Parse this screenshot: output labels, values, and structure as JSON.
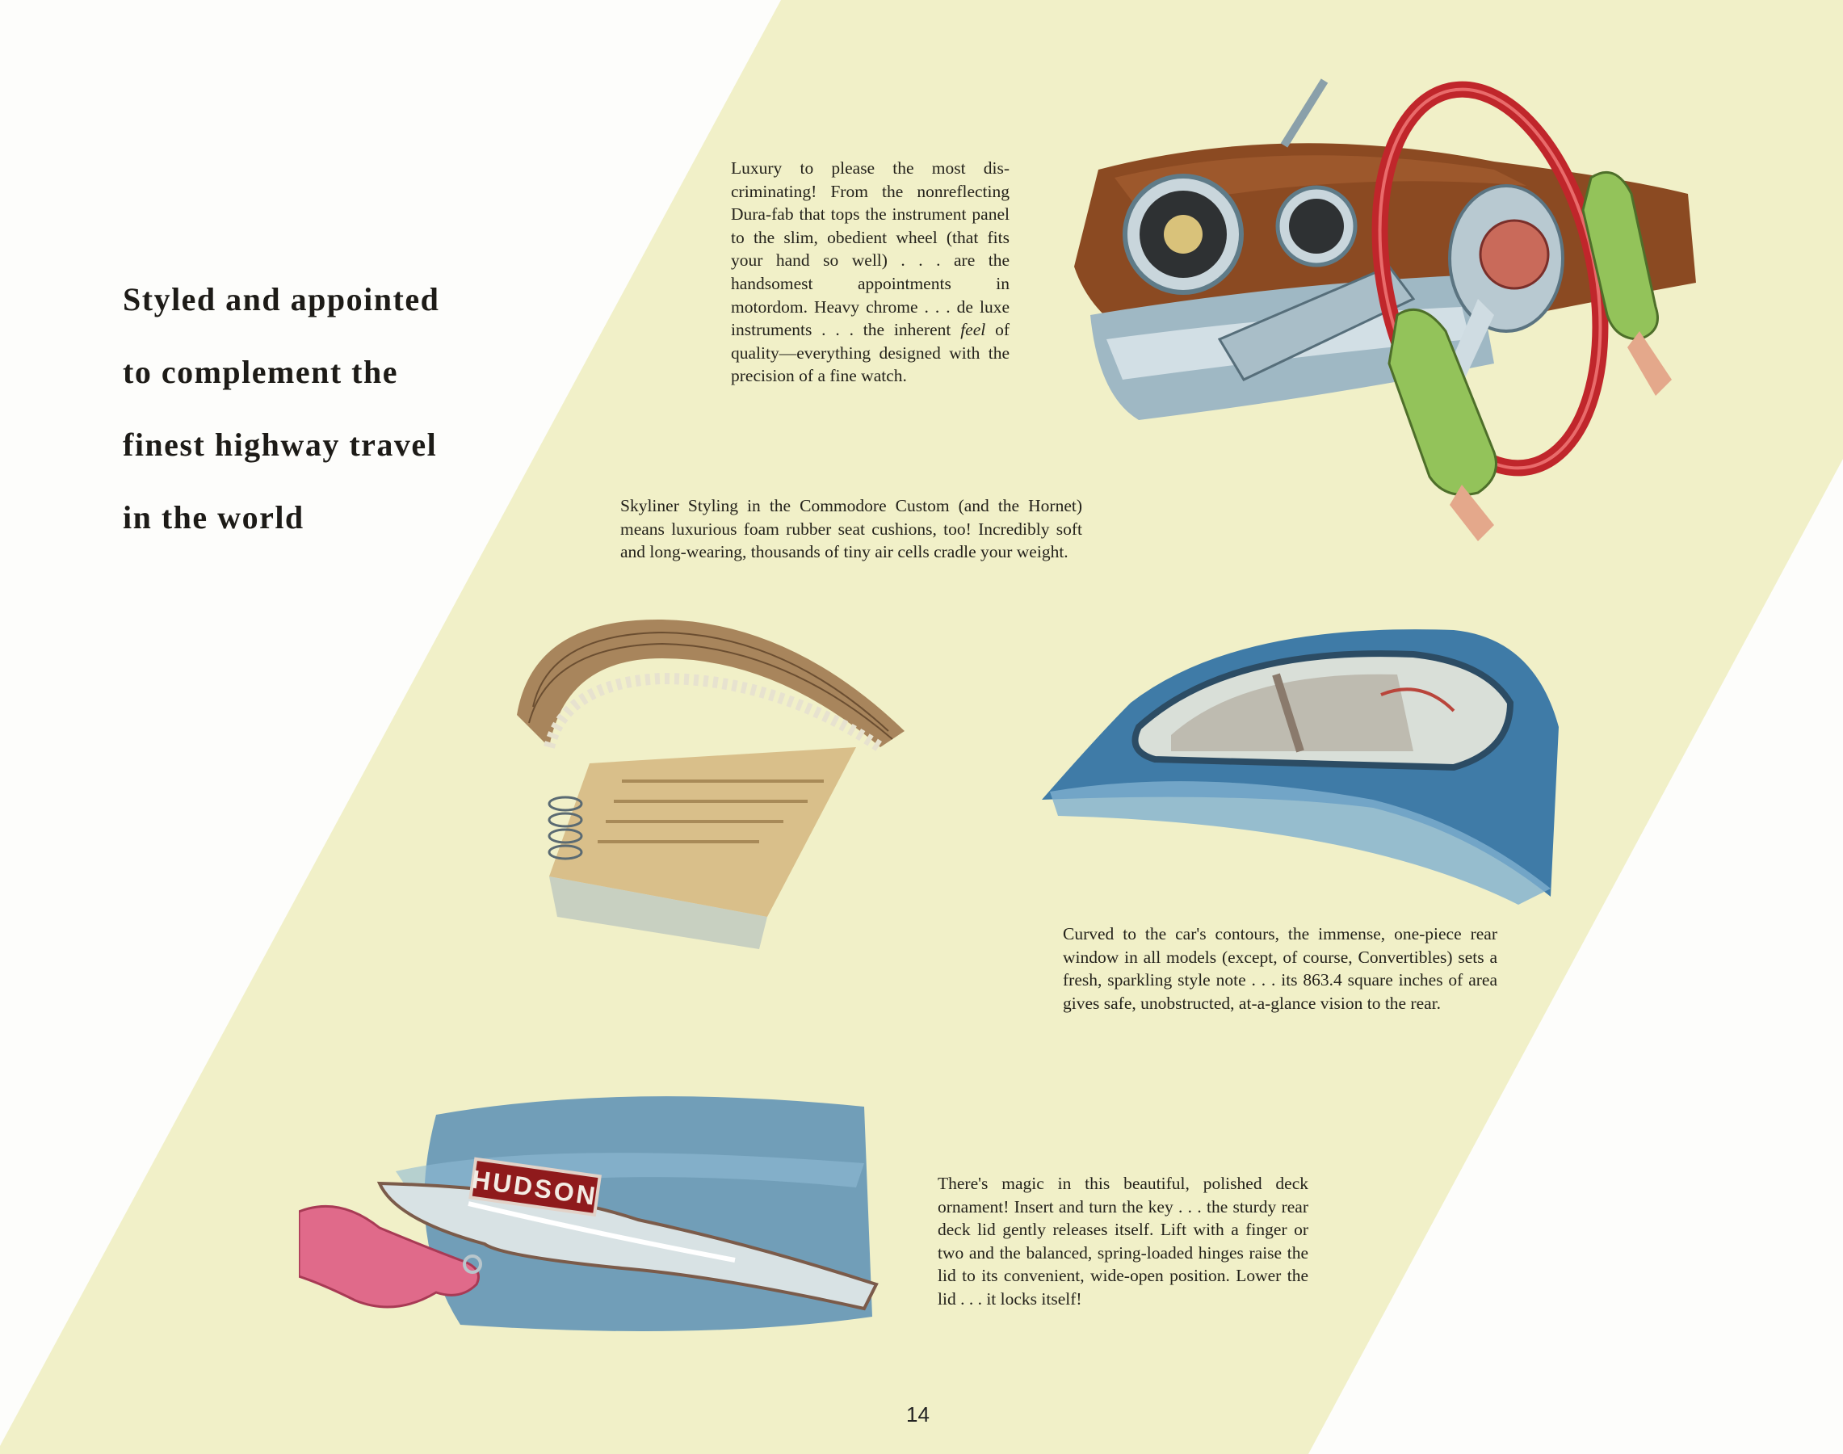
{
  "page": {
    "background_color": "#fdfdfb",
    "band_color": "#f1f0c8",
    "page_number": "14"
  },
  "heading": {
    "lines": [
      "Styled and appointed",
      "to complement the",
      "finest highway travel",
      "in the world"
    ]
  },
  "blocks": {
    "instrument_panel": {
      "text": "Luxury to please the most discriminating! From the non-reflecting Dura-fab that tops the instrument panel to the slim, obedient wheel (that fits your hand so well) . . . are the handsomest appointments in motordom. Heavy chrome . . . de luxe instruments . . . the inherent feel of quality—everything designed with the precision of a fine watch.",
      "part1": "Luxury to please the most dis­criminating! From the non­reflecting Dura-fab that tops the instrument panel to the slim, obedient wheel (that fits your hand so well) . . . are the handsomest appointments in motordom. Heavy chrome . . . de luxe instruments . . . the inherent ",
      "italic": "feel",
      "part2": " of quality—everything designed with the precision of a fine watch."
    },
    "seat_cushions": {
      "text": "Skyliner Styling in the Commodore Custom (and the Hornet) means luxurious foam rubber seat cushions, too! Incredibly soft and long-wearing, thousands of tiny air cells cradle your weight."
    },
    "rear_window": {
      "text": "Curved to the car's contours, the immense, one-piece rear window in all models (except, of course, Convertibles) sets a fresh, sparkling style note . . . its 863.4 square inches of area gives safe, unobstructed, at-a-glance vision to the rear."
    },
    "deck_ornament": {
      "text": "There's magic in this beautiful, polished deck ornament! Insert and turn the key . . . the sturdy rear deck lid gently releases itself. Lift with a finger or two and the balanced, spring-loaded hinges raise the lid to its convenient, wide-open position. Lower the lid . . . it locks itself!"
    }
  },
  "illustrations": {
    "dashboard": {
      "label": "instrument panel and steering wheel with green gloved hands"
    },
    "seat": {
      "label": "foam rubber seat cushion cutaway"
    },
    "rear_window": {
      "label": "curved one-piece rear window on blue car"
    },
    "deck_ornament": {
      "label": "HUDSON deck ornament with pink gloved hand",
      "emblem_text": "HUDSON"
    }
  }
}
